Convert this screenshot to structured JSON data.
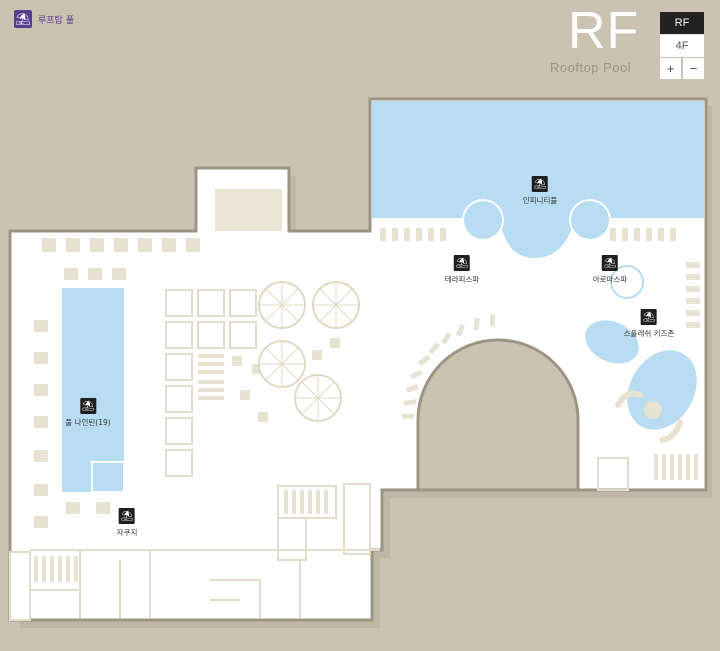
{
  "legend": {
    "icon": "pool-icon",
    "label": "루프탑 풀"
  },
  "floor": {
    "title": "RF",
    "subtitle": "Rooftop Pool"
  },
  "floor_tabs": [
    {
      "label": "RF",
      "active": true
    },
    {
      "label": "4F",
      "active": false
    }
  ],
  "zoom": {
    "in_label": "+",
    "out_label": "−"
  },
  "colors": {
    "background": "#cbc2b2",
    "floor": "#ffffff",
    "water": "#b8dcf2",
    "fixture": "#e8e2d2",
    "accent": "#5a3e8e"
  },
  "markers": [
    {
      "name": "infinity-pool",
      "label": "인피니티풀",
      "icon": "pool-icon"
    },
    {
      "name": "terrace-spa",
      "label": "테라피스파",
      "icon": "pool-icon"
    },
    {
      "name": "aroma-spa",
      "label": "아로마스파",
      "icon": "pool-icon"
    },
    {
      "name": "splash-kids-zone",
      "label": "스플레쉬 키즈존",
      "icon": "pool-icon"
    },
    {
      "name": "pool-nineteen",
      "label": "풀 나인틴(19)",
      "icon": "pool-icon"
    },
    {
      "name": "jacuzzi",
      "label": "자쿠지",
      "icon": "pool-icon"
    }
  ]
}
